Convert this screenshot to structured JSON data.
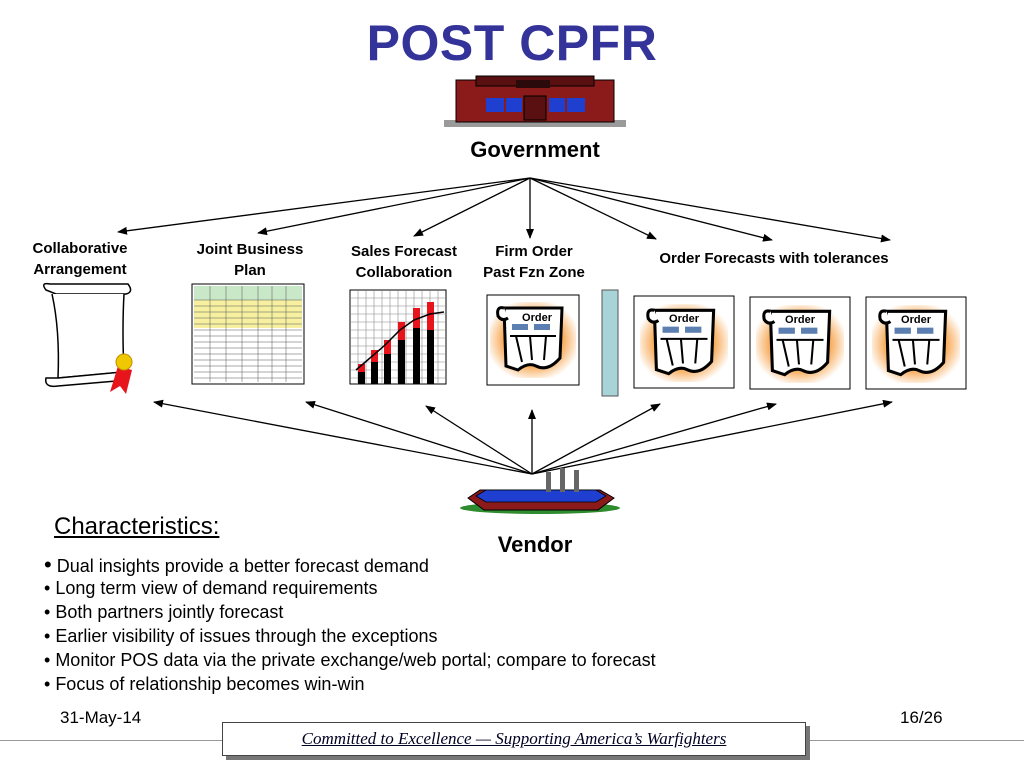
{
  "title": "POST CPFR",
  "government_label": "Government",
  "vendor_label": "Vendor",
  "nodes": {
    "collaborative_line1": "Collaborative",
    "collaborative_line2": "Arrangement",
    "jbp_line1": "Joint Business",
    "jbp_line2": "Plan",
    "sfc_line1": "Sales Forecast",
    "sfc_line2": "Collaboration",
    "fo_line1": "Firm Order",
    "fo_line2": "Past Fzn Zone",
    "oft": "Order Forecasts with tolerances"
  },
  "order_label": "Order",
  "characteristics": {
    "heading": "Characteristics:",
    "bullets": [
      "Dual insights provide a better forecast demand",
      "Long term view of demand requirements",
      "Both partners jointly forecast",
      "Earlier visibility of issues through the exceptions",
      "Monitor POS data via the private exchange/web portal; compare to forecast",
      "Focus of relationship becomes win-win"
    ]
  },
  "footer": {
    "date": "31-May-14",
    "page": "16/26",
    "tagline": "Committed to Excellence — Supporting America’s Warfighters"
  },
  "colors": {
    "title": "#333399",
    "building_red": "#8b1a1a",
    "window_blue": "#1e3fd0",
    "order_glow": "#f7a650",
    "bar_red": "#e8141c",
    "divider": "#a8d4d8"
  },
  "icons": [
    "government-building-icon",
    "scroll-icon",
    "ribbon-seal-icon",
    "spreadsheet-icon",
    "bar-chart-icon",
    "order-form-icon",
    "factory-icon"
  ]
}
